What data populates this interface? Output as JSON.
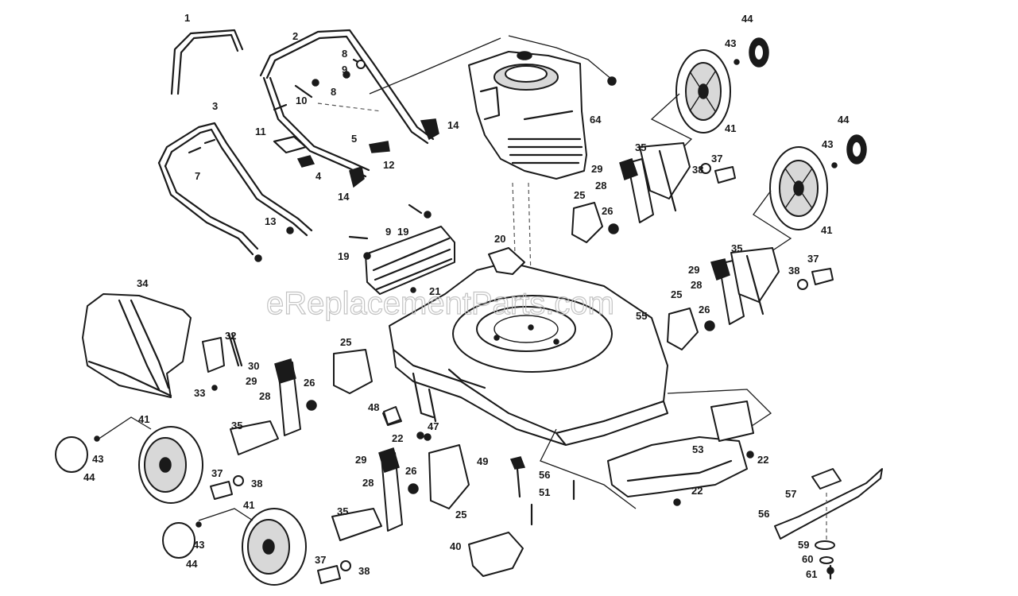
{
  "watermark": "eReplacementParts.com",
  "callouts": {
    "c1": "1",
    "c2": "2",
    "c3": "3",
    "c4": "4",
    "c5": "5",
    "c7": "7",
    "c8a": "8",
    "c8b": "8",
    "c9a": "9",
    "c9b": "9",
    "c10": "10",
    "c11": "11",
    "c12": "12",
    "c13": "13",
    "c14a": "14",
    "c14b": "14",
    "c19a": "19",
    "c19b": "19",
    "c20": "20",
    "c21": "21",
    "c22a": "22",
    "c22b": "22",
    "c22c": "22",
    "c25a": "25",
    "c25b": "25",
    "c25c": "25",
    "c25d": "25",
    "c26a": "26",
    "c26b": "26",
    "c26c": "26",
    "c26d": "26",
    "c28a": "28",
    "c28b": "28",
    "c28c": "28",
    "c28d": "28",
    "c29a": "29",
    "c29b": "29",
    "c29c": "29",
    "c29d": "29",
    "c30": "30",
    "c32": "32",
    "c33": "33",
    "c34": "34",
    "c35a": "35",
    "c35b": "35",
    "c35c": "35",
    "c35d": "35",
    "c37a": "37",
    "c37b": "37",
    "c37c": "37",
    "c37d": "37",
    "c38a": "38",
    "c38b": "38",
    "c38c": "38",
    "c38d": "38",
    "c40": "40",
    "c41a": "41",
    "c41b": "41",
    "c41c": "41",
    "c41d": "41",
    "c43a": "43",
    "c43b": "43",
    "c43c": "43",
    "c43d": "43",
    "c44a": "44",
    "c44b": "44",
    "c44c": "44",
    "c44d": "44",
    "c47": "47",
    "c48": "48",
    "c49": "49",
    "c51": "51",
    "c53": "53",
    "c55": "55",
    "c56a": "56",
    "c56b": "56",
    "c57": "57",
    "c59": "59",
    "c60": "60",
    "c61": "61",
    "c64": "64"
  }
}
